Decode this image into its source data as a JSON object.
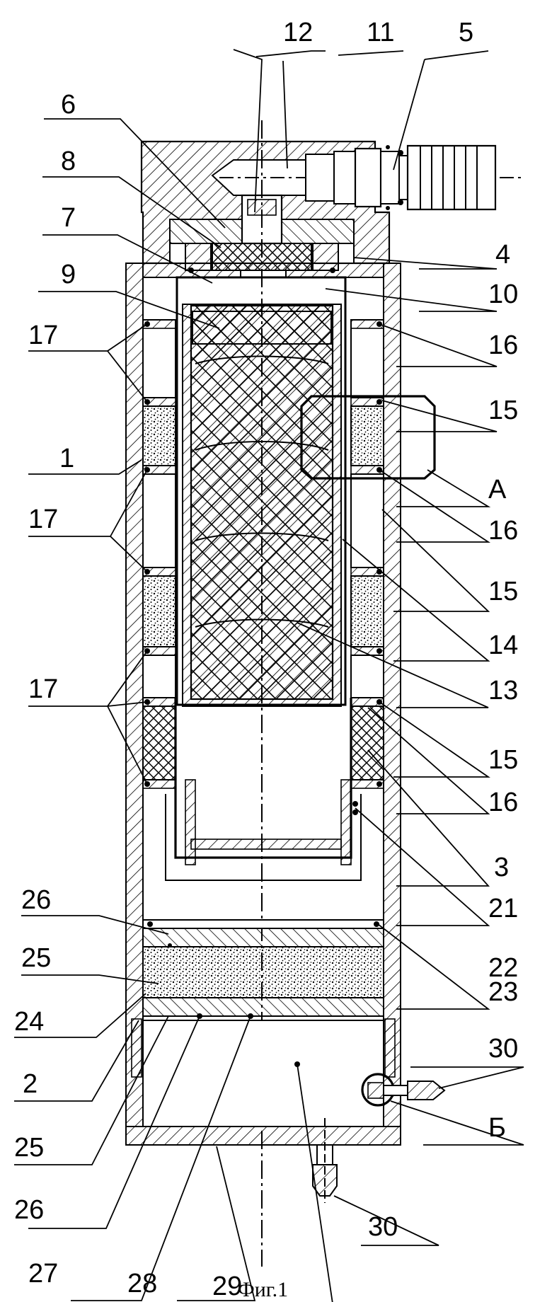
{
  "figure": {
    "caption": "Фиг.1",
    "callouts": [
      "12",
      "11",
      "5",
      "6",
      "8",
      "7",
      "9",
      "4",
      "10",
      "16",
      "17",
      "15",
      "1",
      "A",
      "14",
      "13",
      "3",
      "21",
      "22",
      "26",
      "25",
      "24",
      "2",
      "23",
      "30",
      "Б",
      "27",
      "28",
      "29"
    ]
  },
  "labels": [
    {
      "id": "lbl-12",
      "text": "12",
      "part": "upper-plug"
    },
    {
      "id": "lbl-11",
      "text": "11",
      "part": "head-channel"
    },
    {
      "id": "lbl-5",
      "text": "5",
      "part": "connector"
    },
    {
      "id": "lbl-6",
      "text": "6",
      "part": "cap-nut"
    },
    {
      "id": "lbl-8",
      "text": "8",
      "part": "inner-seal"
    },
    {
      "id": "lbl-7",
      "text": "7",
      "part": "ring-seal"
    },
    {
      "id": "lbl-9",
      "text": "9",
      "part": "top-mesh"
    },
    {
      "id": "lbl-17a",
      "text": "17",
      "part": "ring-group-1"
    },
    {
      "id": "lbl-1",
      "text": "1",
      "part": "outer-housing"
    },
    {
      "id": "lbl-17b",
      "text": "17",
      "part": "ring-group-2"
    },
    {
      "id": "lbl-17c",
      "text": "17",
      "part": "ring-group-3"
    },
    {
      "id": "lbl-26a",
      "text": "26",
      "part": "upper-plate"
    },
    {
      "id": "lbl-25a",
      "text": "25",
      "part": "upper-gasket"
    },
    {
      "id": "lbl-24",
      "text": "24",
      "part": "lower-filler"
    },
    {
      "id": "lbl-2",
      "text": "2",
      "part": "lower-housing"
    },
    {
      "id": "lbl-25b",
      "text": "25",
      "part": "lower-gasket"
    },
    {
      "id": "lbl-26b",
      "text": "26",
      "part": "lower-plate"
    },
    {
      "id": "lbl-27",
      "text": "27",
      "part": "bottom-rod"
    },
    {
      "id": "lbl-28",
      "text": "28",
      "part": "base"
    },
    {
      "id": "lbl-29",
      "text": "29",
      "part": "bottom-chamber"
    },
    {
      "id": "lbl-30b",
      "text": "30",
      "part": "bottom-fitting"
    },
    {
      "id": "lbl-4",
      "text": "4",
      "part": "head-flange"
    },
    {
      "id": "lbl-10",
      "text": "10",
      "part": "top-ring"
    },
    {
      "id": "lbl-16a",
      "text": "16",
      "part": "spacer-1"
    },
    {
      "id": "lbl-15a",
      "text": "15",
      "part": "sleeve-1"
    },
    {
      "id": "lbl-A",
      "text": "A",
      "part": "detail-A"
    },
    {
      "id": "lbl-16b",
      "text": "16",
      "part": "spacer-2"
    },
    {
      "id": "lbl-15b",
      "text": "15",
      "part": "sleeve-2"
    },
    {
      "id": "lbl-14",
      "text": "14",
      "part": "inner-tube"
    },
    {
      "id": "lbl-13",
      "text": "13",
      "part": "core"
    },
    {
      "id": "lbl-15c",
      "text": "15",
      "part": "sleeve-3"
    },
    {
      "id": "lbl-16c",
      "text": "16",
      "part": "spacer-3"
    },
    {
      "id": "lbl-3",
      "text": "3",
      "part": "middle-housing"
    },
    {
      "id": "lbl-21",
      "text": "21",
      "part": "lower-mesh-ring"
    },
    {
      "id": "lbl-22",
      "text": "22",
      "part": "lower-stop"
    },
    {
      "id": "lbl-23",
      "text": "23",
      "part": "plate-seal"
    },
    {
      "id": "lbl-30a",
      "text": "30",
      "part": "side-fitting"
    },
    {
      "id": "lbl-B",
      "text": "Б",
      "part": "detail-B"
    }
  ]
}
